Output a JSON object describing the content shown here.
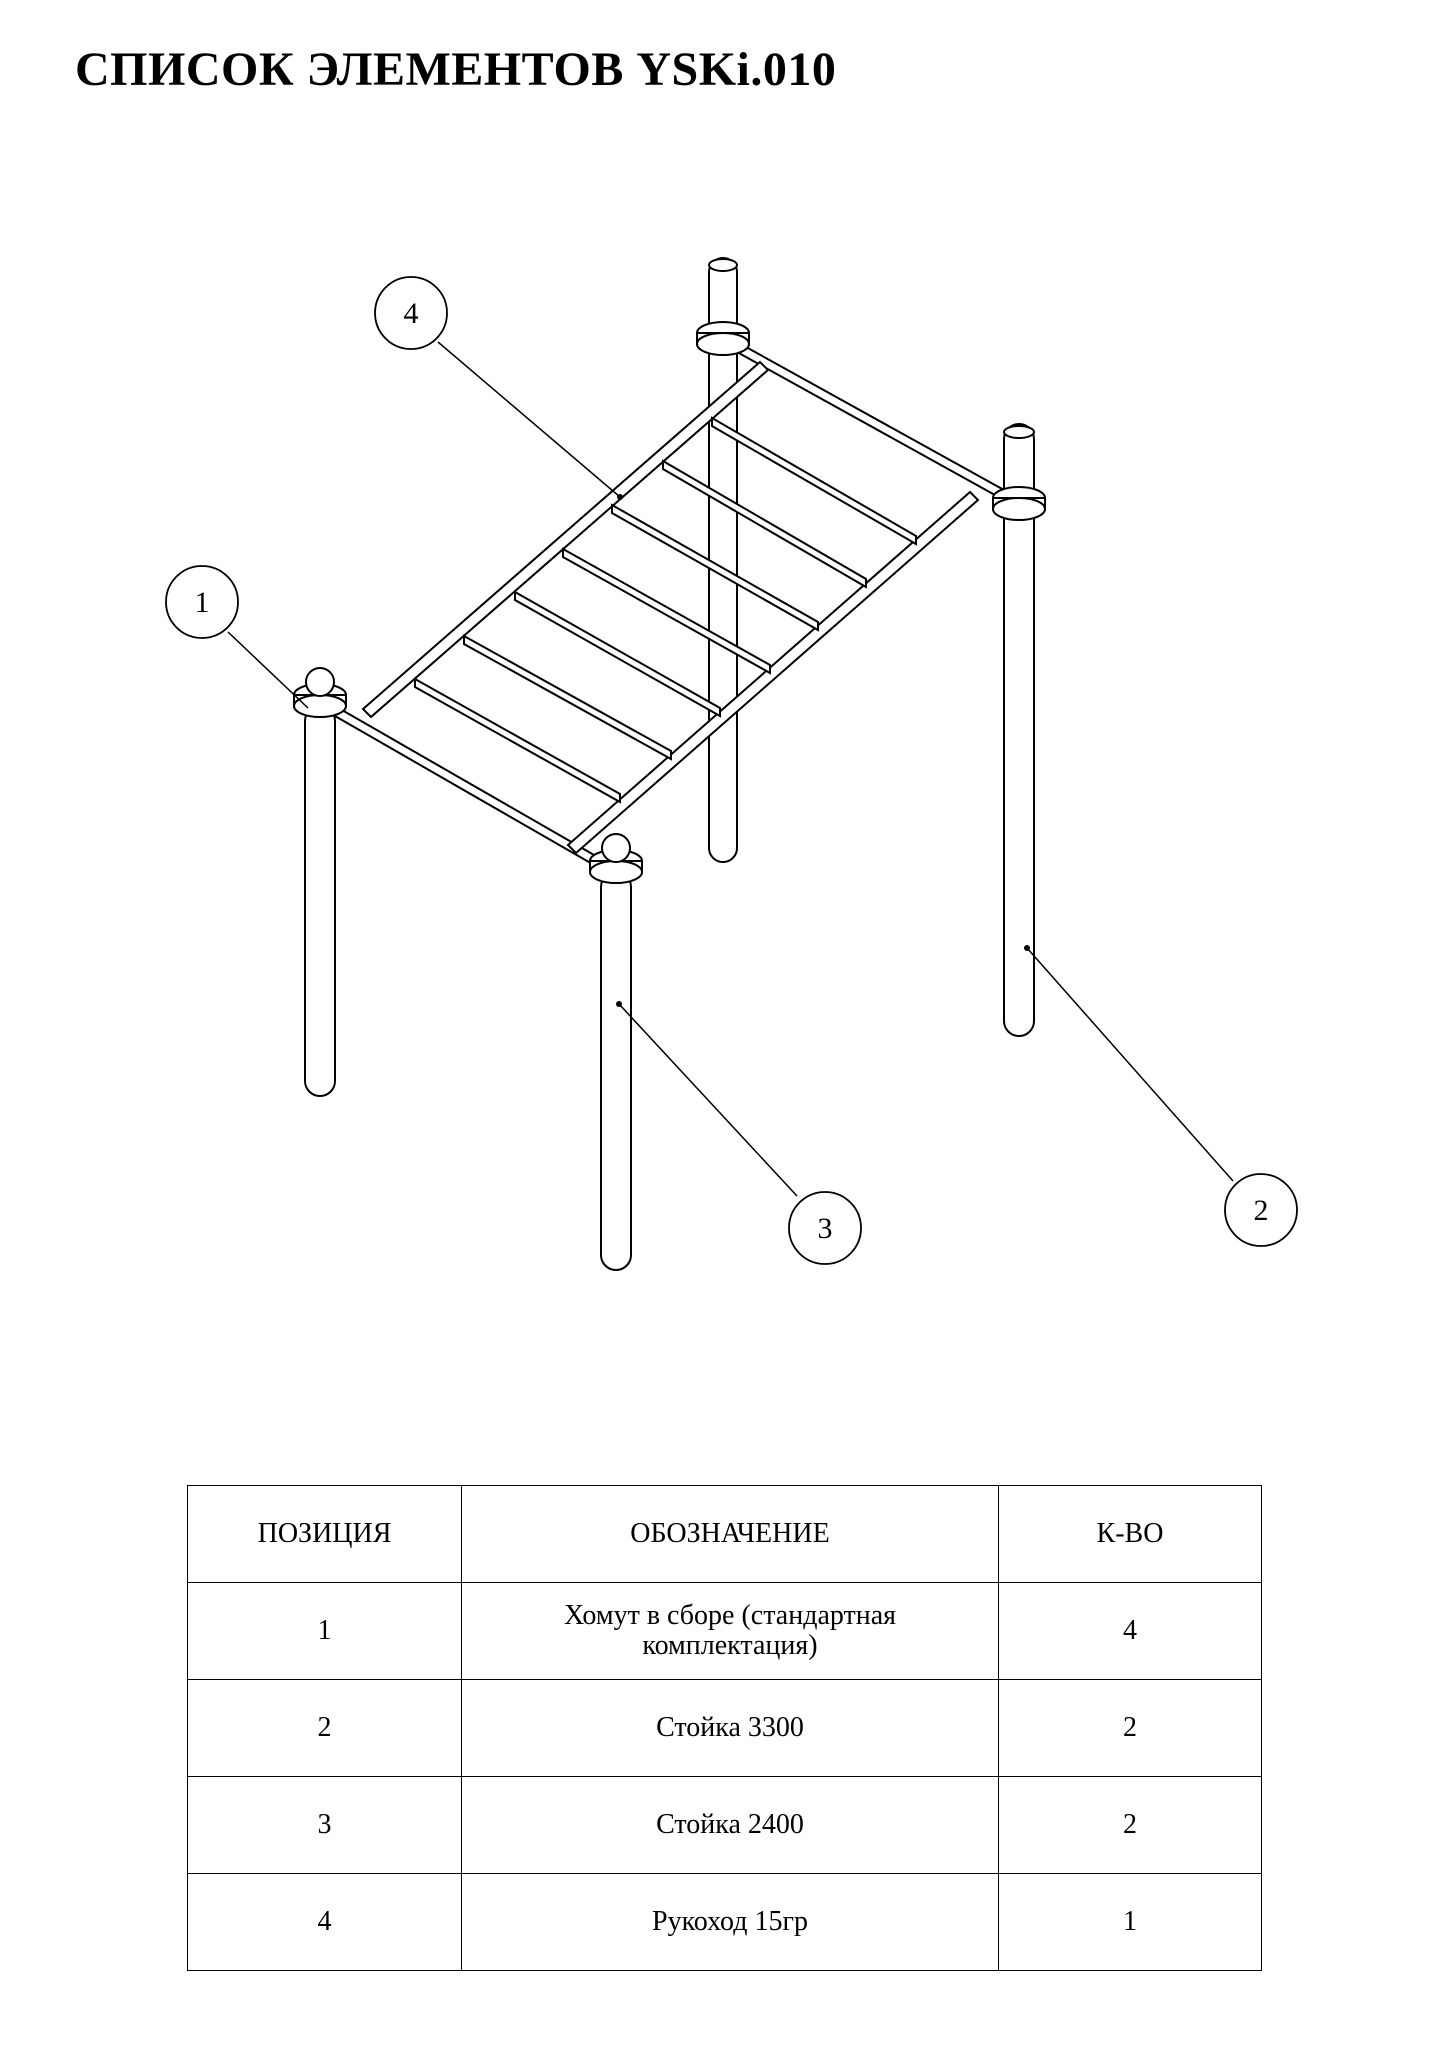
{
  "title": "СПИСОК ЭЛЕМЕНТОВ YSKi.010",
  "callouts": [
    "1",
    "2",
    "3",
    "4"
  ],
  "table": {
    "headers": [
      "ПОЗИЦИЯ",
      "ОБОЗНАЧЕНИЕ",
      "К-ВО"
    ],
    "rows": [
      [
        "1",
        "Хомут в сборе (стандартная комплектация)",
        "4"
      ],
      [
        "2",
        "Стойка 3300",
        "2"
      ],
      [
        "3",
        "Стойка 2400",
        "2"
      ],
      [
        "4",
        "Рукоход 15гр",
        "1"
      ]
    ]
  }
}
